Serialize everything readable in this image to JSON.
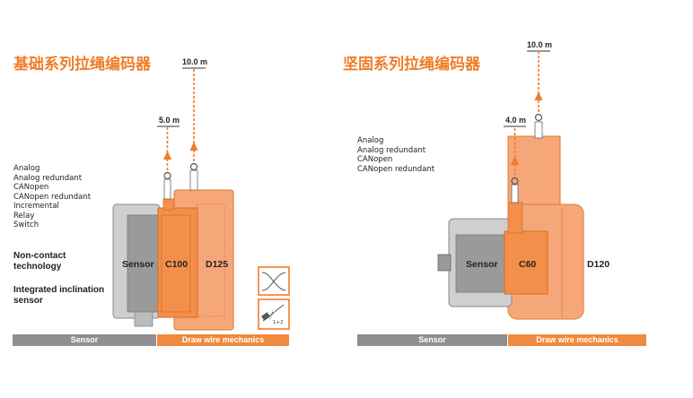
{
  "left": {
    "title": "基础系列拉绳编码器",
    "outputs": [
      "Analog",
      "Analog redundant",
      "CANopen",
      "CANopen redundant",
      "Incremental",
      "Relay",
      "Switch"
    ],
    "notes": [
      "Non-contact\ntechnology",
      "Integrated inclination\nsensor"
    ],
    "dims": [
      "10.0 m",
      "5.0 m"
    ],
    "labels": {
      "sensor": "Sensor",
      "c100": "C100",
      "d125": "D125"
    },
    "icon_badge": "1+2",
    "bar": {
      "sensor": "Sensor",
      "mechanics": "Draw wire mechanics"
    }
  },
  "right": {
    "title": "坚固系列拉绳编码器",
    "outputs": [
      "Analog",
      "Analog redundant",
      "CANopen",
      "CANopen redundant"
    ],
    "dims": [
      "10.0 m",
      "4.0 m"
    ],
    "labels": {
      "sensor": "Sensor",
      "c60": "C60",
      "d120": "D120"
    },
    "bar": {
      "sensor": "Sensor",
      "mechanics": "Draw wire mechanics"
    }
  },
  "colors": {
    "orange": "#f07c28",
    "light_orange": "#f6a77a",
    "gray": "#8f8f8f",
    "dark_gray": "#6e6e6e"
  }
}
